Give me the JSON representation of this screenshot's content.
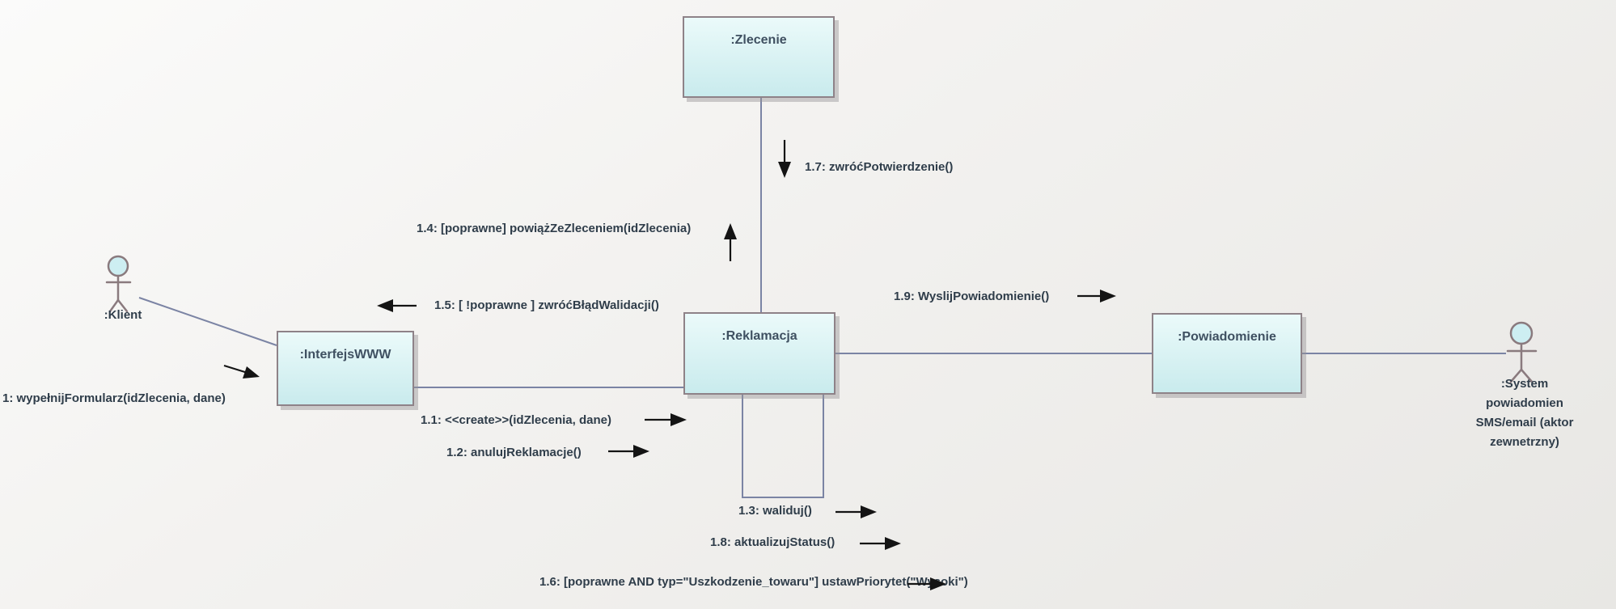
{
  "diagram": {
    "objects": [
      {
        "id": "zlecenie",
        "label": ":Zlecenie"
      },
      {
        "id": "interfejswww",
        "label": ":InterfejsWWW"
      },
      {
        "id": "reklamacja",
        "label": ":Reklamacja"
      },
      {
        "id": "powiadomienie",
        "label": ":Powiadomienie"
      }
    ],
    "actors": [
      {
        "id": "klient",
        "label": ":Klient"
      },
      {
        "id": "system-powiadomien",
        "label_lines": [
          ":System",
          "powiadomien",
          "SMS/email (aktor",
          "zewnetrzny)"
        ]
      }
    ],
    "messages": [
      {
        "seq": "1",
        "text": "1: wypełnijFormularz(idZlecenia, dane)"
      },
      {
        "seq": "1.1",
        "text": "1.1: <<create>>(idZlecenia, dane)"
      },
      {
        "seq": "1.2",
        "text": "1.2: anulujReklamacje()"
      },
      {
        "seq": "1.3",
        "text": "1.3: waliduj()"
      },
      {
        "seq": "1.4",
        "text": "1.4: [poprawne] powiążZeZleceniem(idZlecenia)"
      },
      {
        "seq": "1.5",
        "text": "1.5: [ !poprawne ] zwróćBłądWalidacji()"
      },
      {
        "seq": "1.6",
        "text": "1.6: [poprawne AND typ=\"Uszkodzenie_towaru\"] ustawPriorytet(\"Wysoki\")"
      },
      {
        "seq": "1.7",
        "text": "1.7: zwróćPotwierdzenie()"
      },
      {
        "seq": "1.8",
        "text": "1.8: aktualizujStatus()"
      },
      {
        "seq": "1.9",
        "text": "1.9: WyslijPowiadomienie()"
      }
    ],
    "colors": {
      "object_fill_top": "#ebfafa",
      "object_fill_bottom": "#c9ebed",
      "object_border": "#8e8288",
      "object_text": "#3f5061",
      "message_text": "#2f3d4a",
      "connector": "#7b84a4",
      "arrow": "#141414",
      "actor_outline": "#8a7a7e",
      "actor_head_fill": "#cdeef2"
    }
  }
}
